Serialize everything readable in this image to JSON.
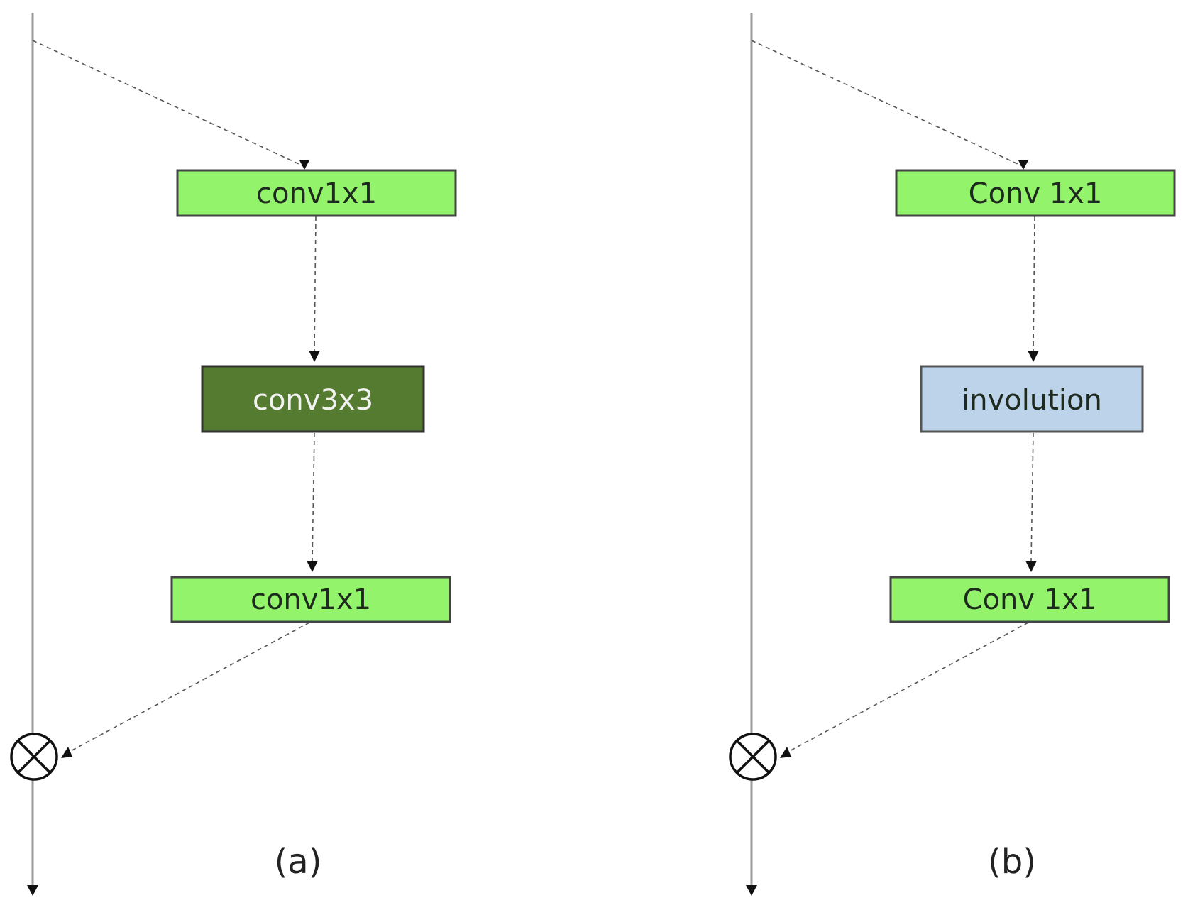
{
  "colors": {
    "conv1x1_fill": "#93f46c",
    "conv3x3_fill": "#557b30",
    "involution_fill": "#bcd3e9",
    "block_border": "#444444",
    "line": "#9a9a9a",
    "dashed": "#555555",
    "text_dark": "#1e2a1e",
    "text_light": "#f2f2f2"
  },
  "panels": [
    {
      "id": "a",
      "label": "(a)",
      "blocks": [
        {
          "label": "conv1x1",
          "kind": "conv1x1"
        },
        {
          "label": "conv3x3",
          "kind": "conv3x3"
        },
        {
          "label": "conv1x1",
          "kind": "conv1x1"
        }
      ],
      "merge_symbol": "multiply"
    },
    {
      "id": "b",
      "label": "(b)",
      "blocks": [
        {
          "label": "Conv 1x1",
          "kind": "conv1x1"
        },
        {
          "label": "involution",
          "kind": "involution"
        },
        {
          "label": "Conv 1x1",
          "kind": "conv1x1"
        }
      ],
      "merge_symbol": "multiply"
    }
  ]
}
